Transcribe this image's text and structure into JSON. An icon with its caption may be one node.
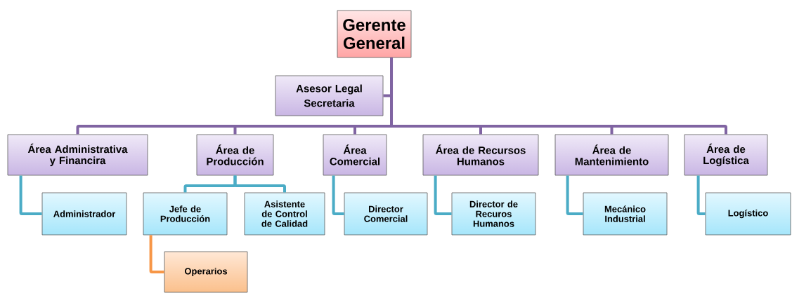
{
  "diagram": {
    "nodes": [
      {
        "text": [
          "Gerente General"
        ]
      },
      {
        "text": [
          "Asesor Legal",
          "Secretaria"
        ]
      },
      {
        "text": [
          "Área Administrativa y Financira"
        ]
      },
      {
        "text": [
          "Área de Producción"
        ]
      },
      {
        "text": [
          "Área Comercial"
        ]
      },
      {
        "text": [
          "Área de Recursos Humanos"
        ]
      },
      {
        "text": [
          "Área de Mantenimiento"
        ]
      },
      {
        "text": [
          "Área de Logística"
        ]
      },
      {
        "text": [
          "Administrador"
        ]
      },
      {
        "text": [
          "Jefe de Producción"
        ]
      },
      {
        "text": [
          "Asistente de Control de Calidad"
        ]
      },
      {
        "text": [
          "Director Comercial"
        ]
      },
      {
        "text": [
          "Director de Recuros Humanos"
        ]
      },
      {
        "text": [
          "Mecánico Industrial"
        ]
      },
      {
        "text": [
          "Logístico"
        ]
      },
      {
        "text": [
          "Operarios"
        ]
      }
    ],
    "edges": [
      {
        "from": 0,
        "to": 1,
        "arrow": "none",
        "color": "#8064a2"
      },
      {
        "from": 0,
        "to": 2,
        "arrow": "none",
        "color": "#8064a2"
      },
      {
        "from": 0,
        "to": 3,
        "arrow": "none",
        "color": "#8064a2"
      },
      {
        "from": 0,
        "to": 4,
        "arrow": "none",
        "color": "#8064a2"
      },
      {
        "from": 0,
        "to": 5,
        "arrow": "none",
        "color": "#8064a2"
      },
      {
        "from": 0,
        "to": 6,
        "arrow": "none",
        "color": "#8064a2"
      },
      {
        "from": 0,
        "to": 7,
        "arrow": "none",
        "color": "#8064a2"
      },
      {
        "from": 2,
        "to": 8,
        "arrow": "none",
        "color": "#4bacc6"
      },
      {
        "from": 3,
        "to": 9,
        "arrow": "none",
        "color": "#4bacc6"
      },
      {
        "from": 3,
        "to": 10,
        "arrow": "none",
        "color": "#4bacc6"
      },
      {
        "from": 4,
        "to": 11,
        "arrow": "none",
        "color": "#4bacc6"
      },
      {
        "from": 5,
        "to": 12,
        "arrow": "none",
        "color": "#4bacc6"
      },
      {
        "from": 6,
        "to": 13,
        "arrow": "none",
        "color": "#4bacc6"
      },
      {
        "from": 7,
        "to": 14,
        "arrow": "none",
        "color": "#4bacc6"
      },
      {
        "from": 9,
        "to": 15,
        "arrow": "none",
        "color": "#f79646"
      }
    ]
  }
}
